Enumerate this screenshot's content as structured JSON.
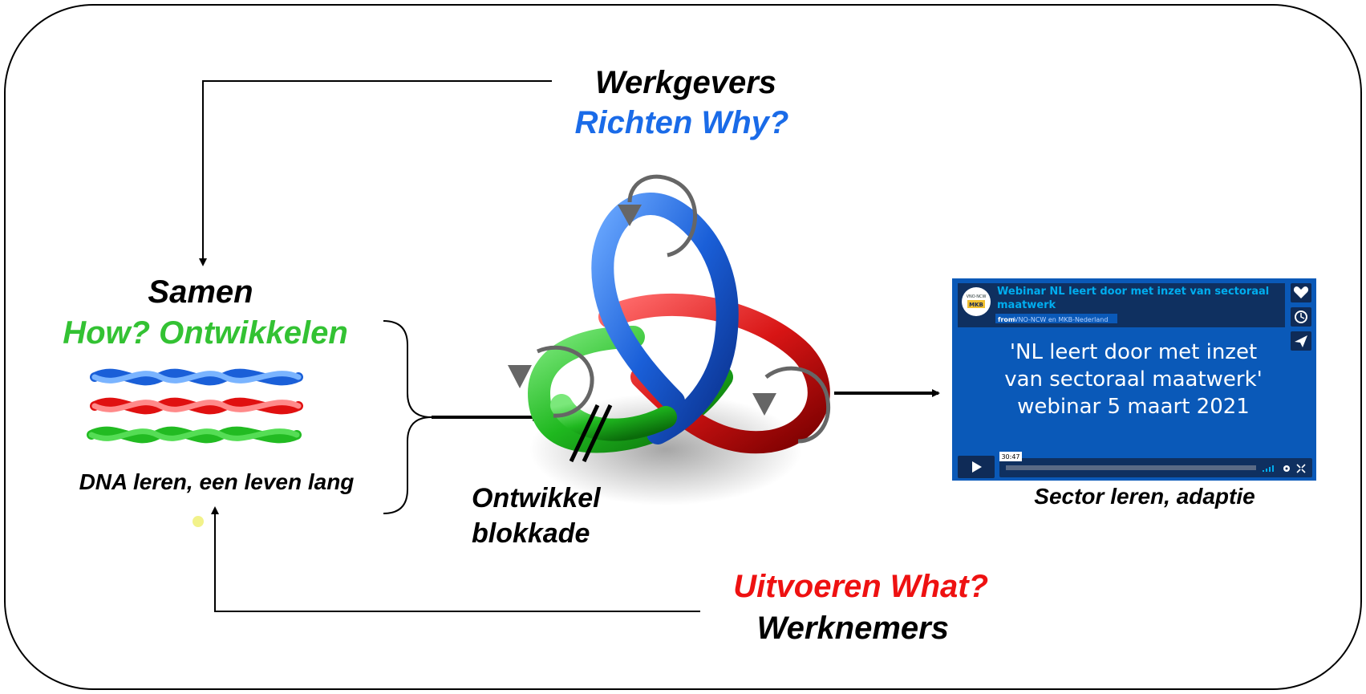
{
  "top_label": {
    "line1": "Werkgevers",
    "line2": "Richten Why?",
    "line1_color": "#000000",
    "line2_color": "#1a6be8"
  },
  "left_label": {
    "line1": "Samen",
    "line2": "How? Ontwikkelen",
    "line1_color": "#000000",
    "line2_color": "#33c233"
  },
  "dna_caption": "DNA leren, een leven lang",
  "knot_caption": {
    "line1": "Ontwikkel",
    "line2": "blokkade"
  },
  "bottom_label": {
    "line1": "Uitvoeren What?",
    "line2": "Werknemers",
    "line1_color": "#ee1111",
    "line2_color": "#000000"
  },
  "video": {
    "title": "Webinar NL leert door met inzet van sectoraal maatwerk",
    "from_prefix": "from",
    "from_channel": "VNO-NCW en MKB-Nederland",
    "logo_top": "VNO·NCW",
    "logo_bottom": "MKB",
    "slide_line1": "'NL leert door met inzet",
    "slide_line2": "van sectoraal maatwerk'",
    "slide_line3": "webinar 5 maart 2021",
    "timestamp": "30:47",
    "icons": [
      "heart-icon",
      "clock-icon",
      "send-icon",
      "play-icon",
      "volume-icon",
      "gear-icon",
      "fullscreen-icon"
    ],
    "bg_color": "#0a59b8",
    "accent_color": "#00adef"
  },
  "video_caption": "Sector leren, adaptie",
  "strand_colors": {
    "blue": "#1a6be8",
    "green": "#22bb22",
    "red": "#dd1111"
  }
}
